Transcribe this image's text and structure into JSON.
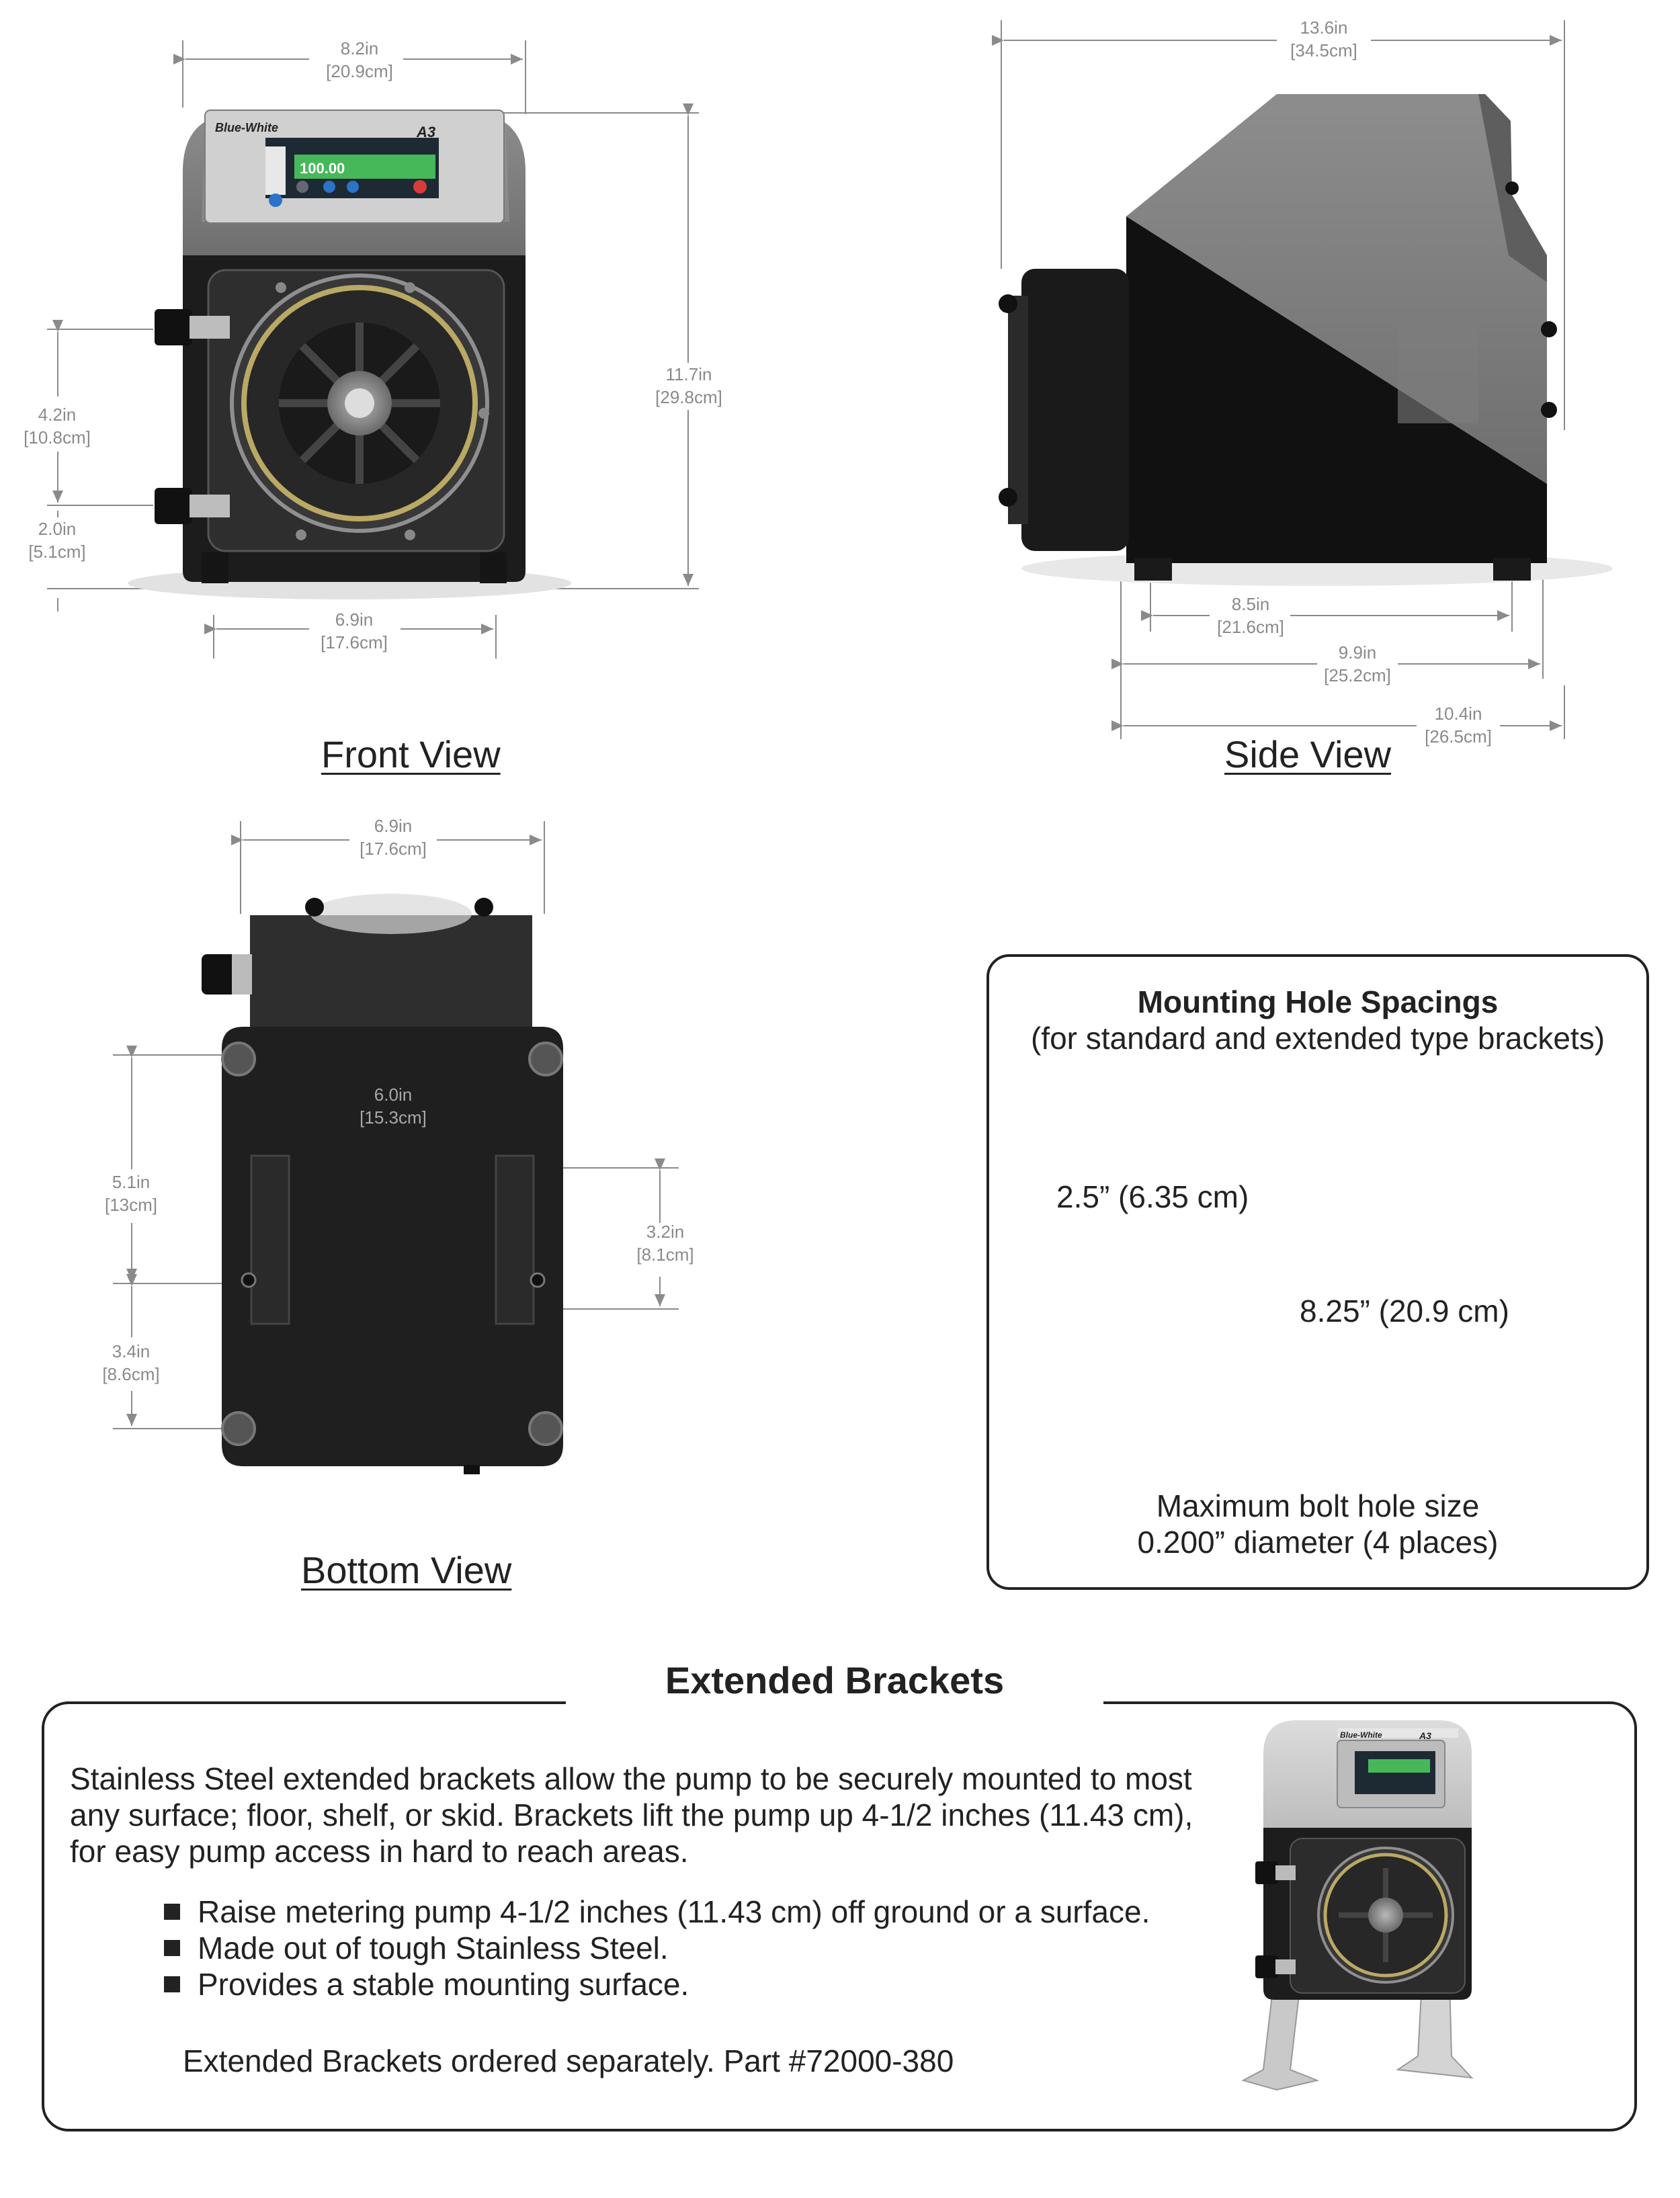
{
  "views": {
    "front": {
      "label": "Front View",
      "dims": {
        "width_top": {
          "in": "8.2in",
          "cm": "[20.9cm]"
        },
        "height": {
          "in": "11.7in",
          "cm": "[29.8cm]"
        },
        "port_spacing": {
          "in": "4.2in",
          "cm": "[10.8cm]"
        },
        "port_height": {
          "in": "2.0in",
          "cm": "[5.1cm]"
        },
        "width_base": {
          "in": "6.9in",
          "cm": "[17.6cm]"
        }
      },
      "brand": "Blue-White",
      "model": "A3",
      "display_value": "100.00"
    },
    "side": {
      "label": "Side View",
      "dims": {
        "length_top": {
          "in": "13.6in",
          "cm": "[34.5cm]"
        },
        "foot_spacing": {
          "in": "8.5in",
          "cm": "[21.6cm]"
        },
        "base_length": {
          "in": "9.9in",
          "cm": "[25.2cm]"
        },
        "overall_length": {
          "in": "10.4in",
          "cm": "[26.5cm]"
        }
      }
    },
    "bottom": {
      "label": "Bottom View",
      "dims": {
        "width": {
          "in": "6.9in",
          "cm": "[17.6cm]"
        },
        "hole_spacing": {
          "in": "6.0in",
          "cm": "[15.3cm]"
        },
        "foot_spacing": {
          "in": "5.1in",
          "cm": "[13cm]"
        },
        "slot_length": {
          "in": "3.2in",
          "cm": "[8.1cm]"
        },
        "rear_offset": {
          "in": "3.4in",
          "cm": "[8.6cm]"
        }
      }
    }
  },
  "mounting": {
    "title": "Mounting Hole Spacings",
    "subtitle": "(for standard and extended type brackets)",
    "vertical": "2.5” (6.35 cm)",
    "horizontal": "8.25” (20.9 cm)",
    "footnote_line1": "Maximum bolt hole size",
    "footnote_line2": "0.200” diameter (4 places)"
  },
  "extended": {
    "title": "Extended Brackets",
    "paragraph": "Stainless Steel extended brackets allow the pump to be securely mounted to most any surface; floor, shelf, or skid. Brackets lift the pump up 4-1/2 inches (11.43 cm), for easy pump access in hard to reach areas.",
    "bullets": [
      "Raise metering pump 4-1/2 inches (11.43 cm) off ground or a surface.",
      "Made out of tough Stainless Steel.",
      "Provides a stable mounting surface."
    ],
    "order_note": "Extended Brackets ordered separately. Part #72000-380",
    "image_brand": "Blue-White",
    "image_model": "A3"
  }
}
